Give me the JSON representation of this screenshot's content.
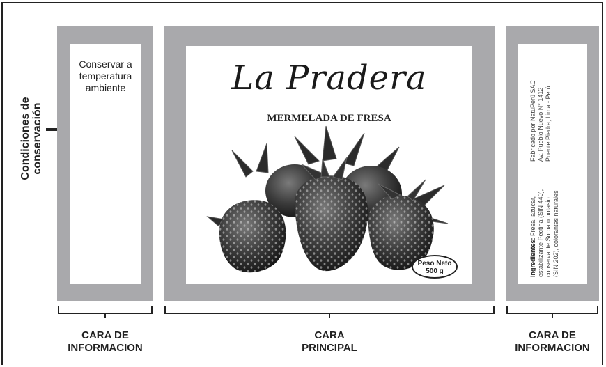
{
  "side_label": {
    "line1": "Condiciones de",
    "line2": "conservación"
  },
  "left_face": {
    "text": "Conservar a temperatura ambiente"
  },
  "center_face": {
    "brand": "La Pradera",
    "subtitle": "MERMELADA DE FRESA",
    "net_weight_line1": "Peso Neto",
    "net_weight_line2": "500 g"
  },
  "right_face": {
    "manufacturer_line1": "Fabricado por NatuPerú SAC",
    "manufacturer_line2": "Av. Pueblo Nuevo N° 1412",
    "manufacturer_line3": "Puente Piedra, Lima - Perú",
    "ingredients_label": "Ingredientes:",
    "ingredients_line1": " Fresa, azúcar,",
    "ingredients_line2": "estabilizante Pectina (SIN 440),",
    "ingredients_line3": "conservante Sorbato potasio",
    "ingredients_line4": "(SIN 202), colorantes naturales"
  },
  "captions": {
    "left_line1": "CARA DE",
    "left_line2": "INFORMACION",
    "center_line1": "CARA",
    "center_line2": "PRINCIPAL",
    "right_line1": "CARA DE",
    "right_line2": "INFORMACION"
  },
  "colors": {
    "panel_gray": "#a9a9ac",
    "ink": "#222222"
  }
}
